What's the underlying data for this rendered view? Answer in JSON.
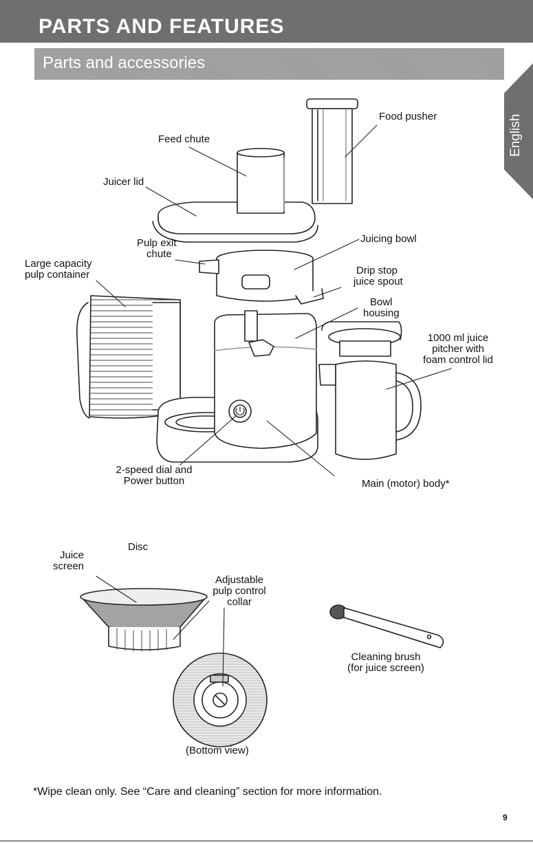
{
  "header": {
    "title": "PARTS AND FEATURES",
    "section": "Parts and accessories",
    "language_tab": "English"
  },
  "labels": {
    "food_pusher": "Food pusher",
    "feed_chute": "Feed chute",
    "juicer_lid": "Juicer lid",
    "pulp_exit_chute_1": "Pulp exit",
    "pulp_exit_chute_2": "chute",
    "large_capacity_1": "Large capacity",
    "large_capacity_2": "pulp container",
    "juicing_bowl": "Juicing bowl",
    "drip_stop_1": "Drip stop",
    "drip_stop_2": "juice spout",
    "bowl_housing_1": "Bowl",
    "bowl_housing_2": "housing",
    "pitcher_1": "1000 ml juice",
    "pitcher_2": "pitcher with",
    "pitcher_3": "foam control lid",
    "dial_1": "2-speed dial and",
    "dial_2": "Power button",
    "main_body": "Main (motor) body*",
    "juice_screen_1": "Juice",
    "juice_screen_2": "screen",
    "disc": "Disc",
    "collar_1": "Adjustable",
    "collar_2": "pulp control",
    "collar_3": "collar",
    "brush_1": "Cleaning brush",
    "brush_2": "(for juice screen)",
    "bottom_view": "(Bottom view)"
  },
  "footnote": "*Wipe clean only. See “Care and cleaning” section for more information.",
  "page_number": "9",
  "colors": {
    "banner": "#6a6a6a",
    "banner_light": "#9a9a9a",
    "drawing": "#222222"
  }
}
